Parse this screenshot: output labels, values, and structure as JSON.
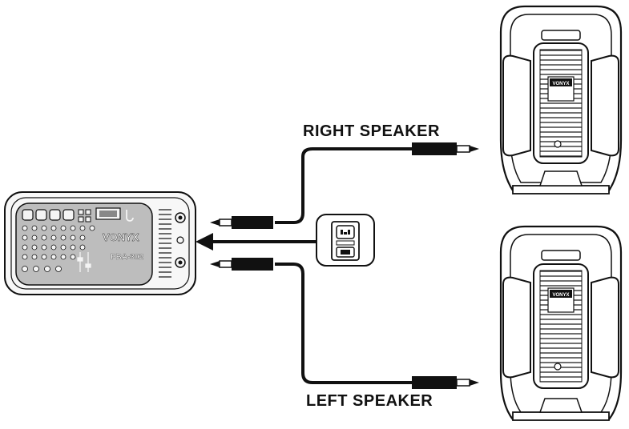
{
  "labels": {
    "right_speaker": "RIGHT SPEAKER",
    "left_speaker": "LEFT SPEAKER"
  },
  "mixer": {
    "brand": "VONYX",
    "model": "PBA-302"
  },
  "speaker_badge": "VONYX",
  "colors": {
    "line": "#111111",
    "fill_light": "#f4f4f4",
    "mixer_panel": "#bdbdbd"
  }
}
